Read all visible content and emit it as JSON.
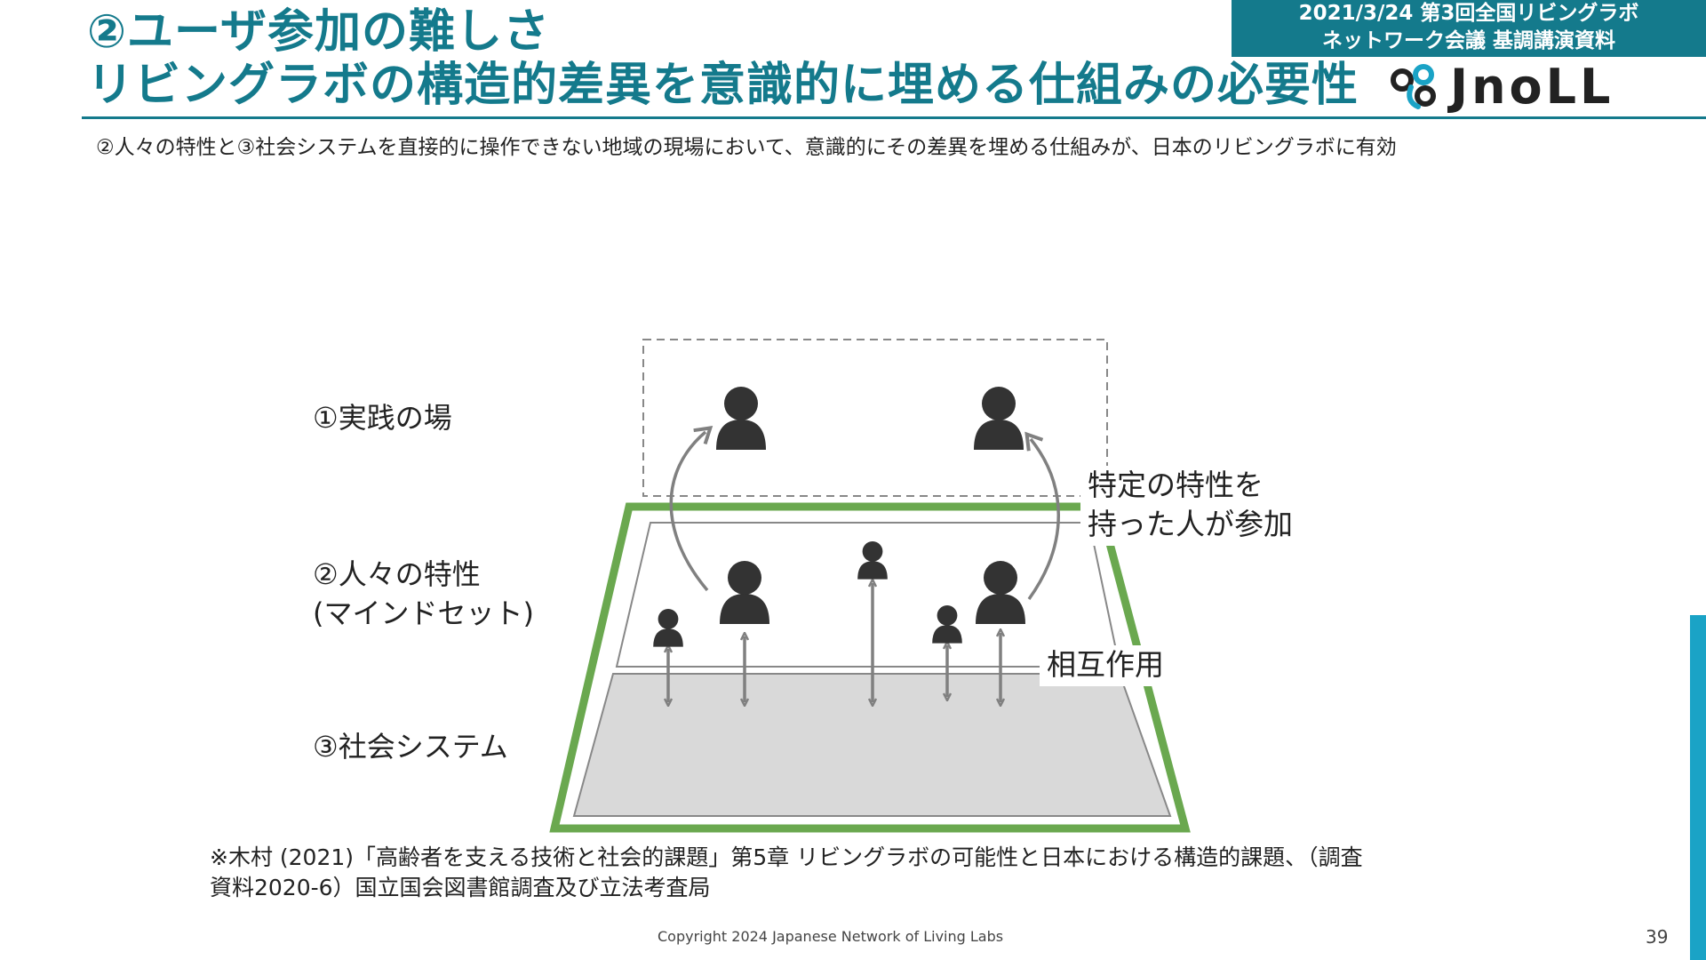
{
  "header": {
    "title_line1": "②ユーザ参加の難しさ",
    "title_line2": "リビングラボの構造的差異を意識的に埋める仕組みの必要性",
    "event_line1": "2021/3/24 第3回全国リビングラボ",
    "event_line2": "ネットワーク会議 基調講演資料",
    "logo_text": "JnoLL"
  },
  "subtitle": "②人々の特性と③社会システムを直接的に操作できない地域の現場において、意識的にその差異を埋める仕組みが、日本のリビングラボに有効",
  "diagram": {
    "labels": {
      "practice": "①実践の場",
      "traits_line1": "②人々の特性",
      "traits_line2": "(マインドセット)",
      "social": "③社会システム"
    },
    "callouts": {
      "participate_line1": "特定の特性を",
      "participate_line2": "持った人が参加",
      "interaction": "相互作用"
    }
  },
  "footnote": {
    "line1": "※木村 (2021)「高齢者を支える技術と社会的課題」第5章 リビングラボの可能性と日本における構造的課題、（調査",
    "line2": "資料2020-6）国立国会図書館調査及び立法考査局"
  },
  "footer": {
    "copyright": "Copyright 2024 Japanese Network of Living Labs",
    "page_number": "39"
  },
  "colors": {
    "brand": "#147a8c",
    "frame_green": "#6aa84f",
    "accent_blue": "#1aa3c6",
    "arrow_gray": "#808080",
    "social_fill": "#d9d9d9"
  }
}
